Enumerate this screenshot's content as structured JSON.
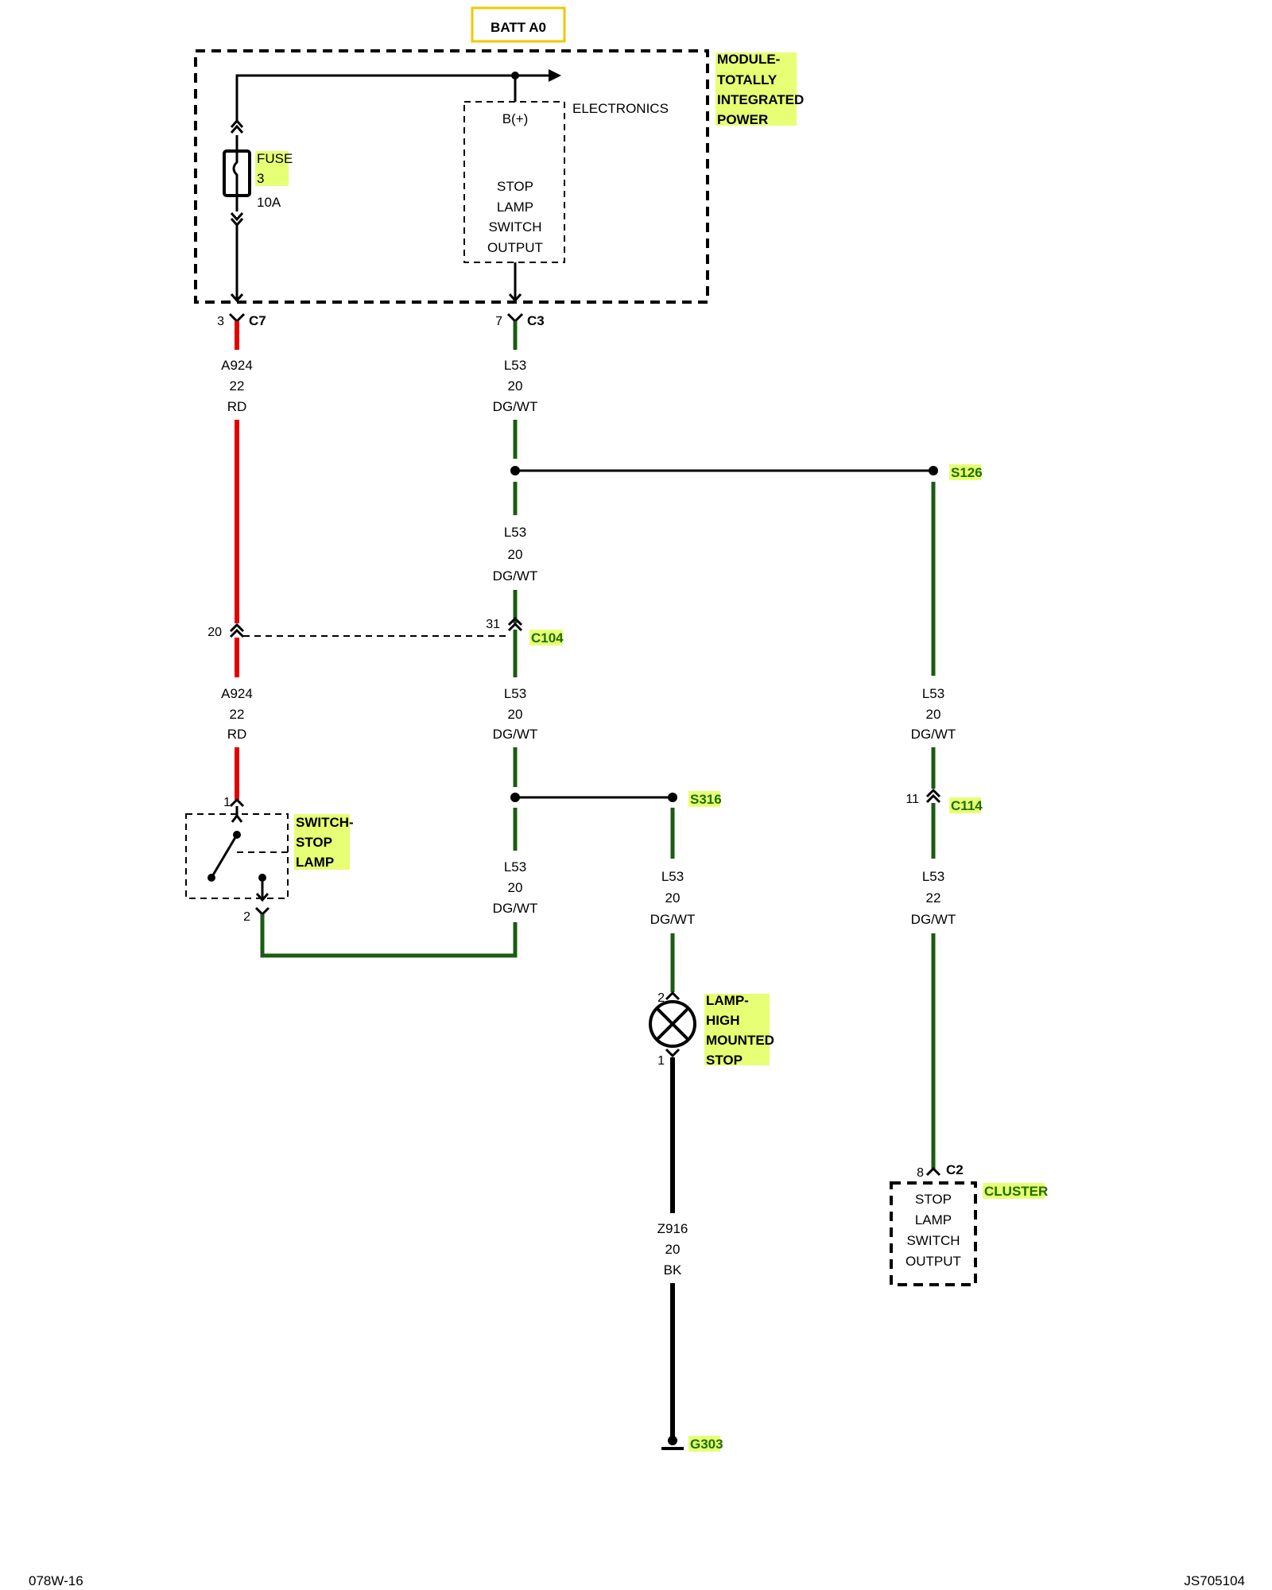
{
  "header": {
    "batt_label": "BATT A0"
  },
  "tipm": {
    "name_lines": [
      "MODULE-",
      "TOTALLY",
      "INTEGRATED",
      "POWER"
    ],
    "electronics_label": "ELECTRONICS",
    "bplus_label": "B(+)",
    "output_lines": [
      "STOP",
      "LAMP",
      "SWITCH",
      "OUTPUT"
    ],
    "fuse_lines": [
      "FUSE",
      "3"
    ],
    "fuse_rating": "10A"
  },
  "connectors": {
    "c7": {
      "name": "C7",
      "pin": "3"
    },
    "c3": {
      "name": "C3",
      "pin": "7"
    },
    "c104": {
      "name": "C104",
      "pin_left": "20",
      "pin_right": "31"
    },
    "c114": {
      "name": "C114",
      "pin": "11"
    },
    "c2": {
      "name": "C2",
      "pin": "8"
    }
  },
  "splices": {
    "s126": "S126",
    "s316": "S316"
  },
  "wires": {
    "a924_upper": {
      "circuit": "A924",
      "gauge": "22",
      "color": "RD"
    },
    "a924_lower": {
      "circuit": "A924",
      "gauge": "22",
      "color": "RD"
    },
    "l53_top": {
      "circuit": "L53",
      "gauge": "20",
      "color": "DG/WT"
    },
    "l53_mid": {
      "circuit": "L53",
      "gauge": "20",
      "color": "DG/WT"
    },
    "l53_c104_below": {
      "circuit": "L53",
      "gauge": "20",
      "color": "DG/WT"
    },
    "l53_switch_return": {
      "circuit": "L53",
      "gauge": "20",
      "color": "DG/WT"
    },
    "l53_s316": {
      "circuit": "L53",
      "gauge": "20",
      "color": "DG/WT"
    },
    "l53_right_upper": {
      "circuit": "L53",
      "gauge": "20",
      "color": "DG/WT"
    },
    "l53_right_lower": {
      "circuit": "L53",
      "gauge": "22",
      "color": "DG/WT"
    },
    "z916": {
      "circuit": "Z916",
      "gauge": "20",
      "color": "BK"
    }
  },
  "stop_switch": {
    "name_lines": [
      "SWITCH-",
      "STOP",
      "LAMP"
    ],
    "pin_top": "1",
    "pin_bottom": "2"
  },
  "chmsl": {
    "name_lines": [
      "LAMP-",
      "HIGH",
      "MOUNTED",
      "STOP"
    ],
    "pin_top": "2",
    "pin_bottom": "1"
  },
  "cluster": {
    "name": "CLUSTER",
    "output_lines": [
      "STOP",
      "LAMP",
      "SWITCH",
      "OUTPUT"
    ]
  },
  "ground": {
    "name": "G303"
  },
  "footer": {
    "left_code": "078W-16",
    "right_code": "JS705104"
  },
  "colors": {
    "red_wire": "#e50000",
    "green_wire": "#1a5c12",
    "highlight": "#e6ff75",
    "batt_box": "#f0c800"
  }
}
